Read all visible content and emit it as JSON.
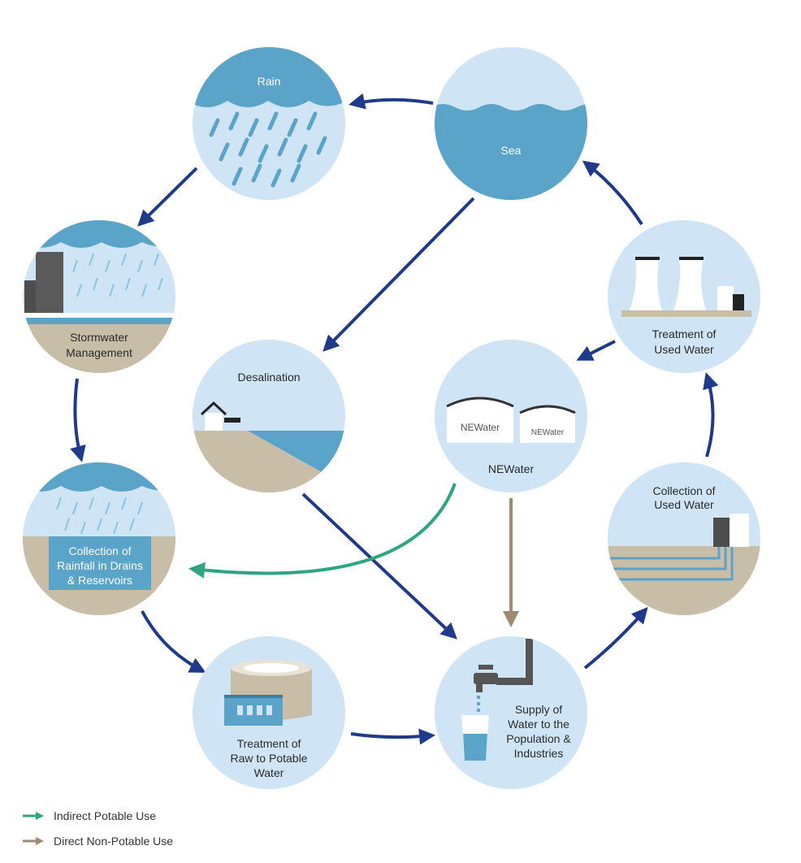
{
  "nodes": {
    "rain": "Rain",
    "sea": "Sea",
    "stormwater": [
      "Stormwater",
      "Management"
    ],
    "desalination": "Desalination",
    "newater": "NEWater",
    "newater_sign": "NEWater",
    "treatment_used": [
      "Treatment of",
      "Used Water"
    ],
    "collection_rain": [
      "Collection of",
      "Rainfall in Drains",
      "& Reservoirs"
    ],
    "collection_used": [
      "Collection of",
      "Used Water"
    ],
    "treatment_raw": [
      "Treatment of",
      "Raw to Potable",
      "Water"
    ],
    "supply": [
      "Supply of",
      "Water to the",
      "Population &",
      "Industries"
    ]
  },
  "legend": {
    "indirect": "Indirect Potable Use",
    "direct": "Direct Non-Potable Use"
  },
  "colors": {
    "circle_bg": "#cfe4f5",
    "water": "#5aa3c9",
    "ground": "#c8bda6",
    "arrow_main": "#1f3a8a",
    "arrow_indirect": "#2fa57f",
    "arrow_direct": "#a08a74"
  }
}
